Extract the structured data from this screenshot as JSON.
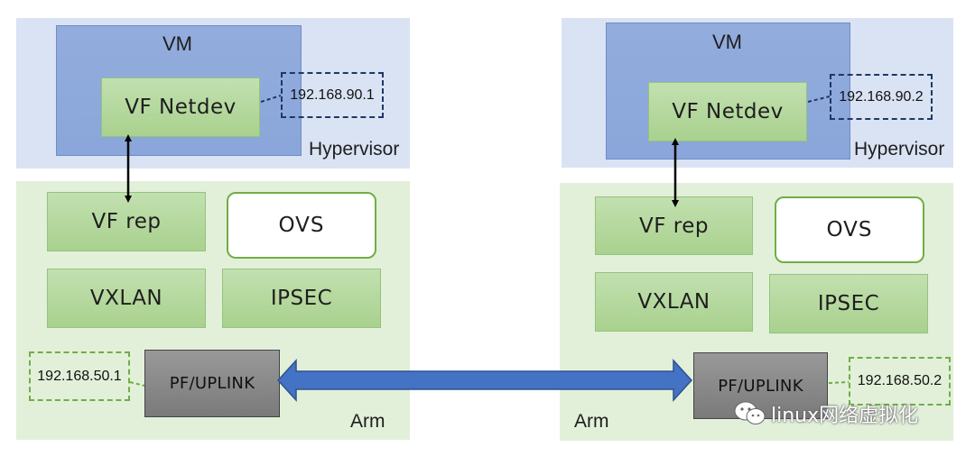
{
  "left": {
    "vm_label": "VM",
    "vf_netdev": "VF Netdev",
    "vm_ip": "192.168.90.1",
    "hypervisor_label": "Hypervisor",
    "vf_rep": "VF rep",
    "ovs": "OVS",
    "vxlan": "VXLAN",
    "ipsec": "IPSEC",
    "uplink_ip": "192.168.50.1",
    "pf_uplink": "PF/UPLINK",
    "arm_label": "Arm"
  },
  "right": {
    "vm_label": "VM",
    "vf_netdev": "VF Netdev",
    "vm_ip": "192.168.90.2",
    "hypervisor_label": "Hypervisor",
    "vf_rep": "VF rep",
    "ovs": "OVS",
    "vxlan": "VXLAN",
    "ipsec": "IPSEC",
    "uplink_ip": "192.168.50.2",
    "pf_uplink": "PF/UPLINK",
    "arm_label": "Arm"
  },
  "watermark": {
    "text": "linux网络虚拟化",
    "icon": "wechat-icon"
  },
  "colors": {
    "hypervisor_bg": "#dae3f3",
    "arm_bg": "#e2f0d9",
    "vm_bg": "#8faadc",
    "green_box": "#a9d18e",
    "pf_box": "#7f7f7f",
    "link_arrow": "#4472c4"
  }
}
